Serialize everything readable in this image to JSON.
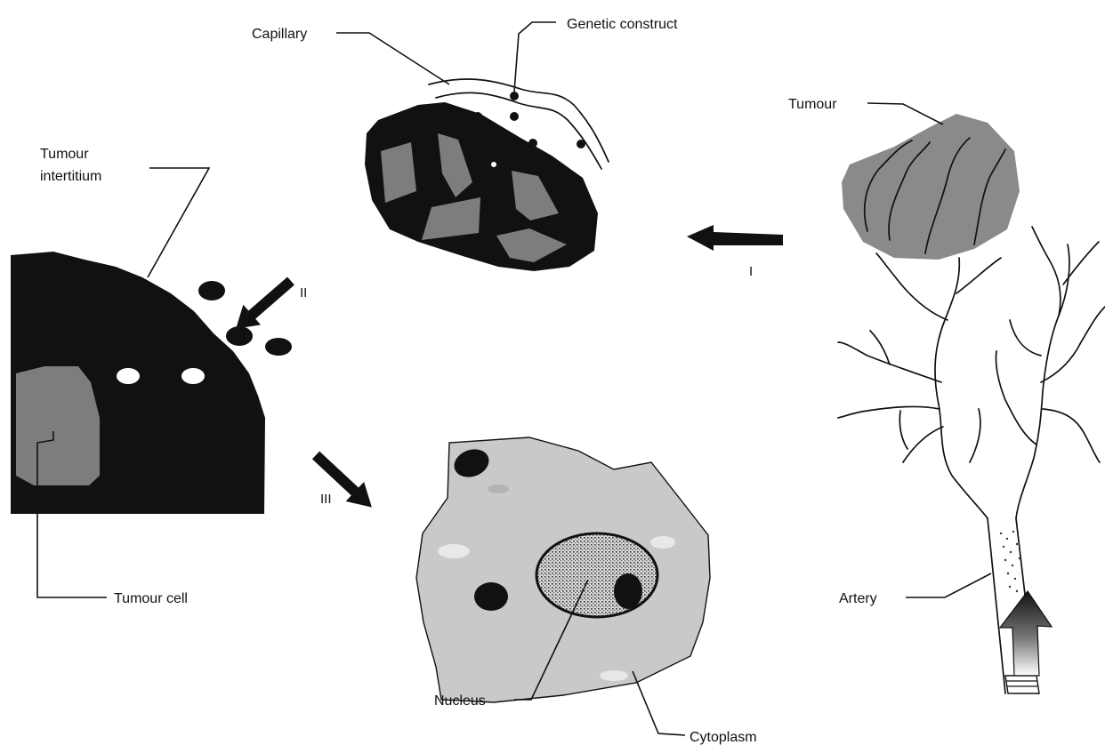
{
  "labels": {
    "capillary": "Capillary",
    "genetic_construct": "Genetic construct",
    "tumour": "Tumour",
    "tumour_interstitium_line1": "Tumour",
    "tumour_interstitium_line2": "intertitium",
    "tumour_cell": "Tumour cell",
    "artery": "Artery",
    "nucleus": "Nucleus",
    "cytoplasm": "Cytoplasm"
  },
  "steps": {
    "step1": "I",
    "step2": "II",
    "step3": "III"
  },
  "colors": {
    "ink": "#111111",
    "tumour_cell_grey": "#7d7d7d",
    "tumour_mass_grey": "#8a8a8a",
    "cytoplasm_grey": "#c9c9c9"
  }
}
